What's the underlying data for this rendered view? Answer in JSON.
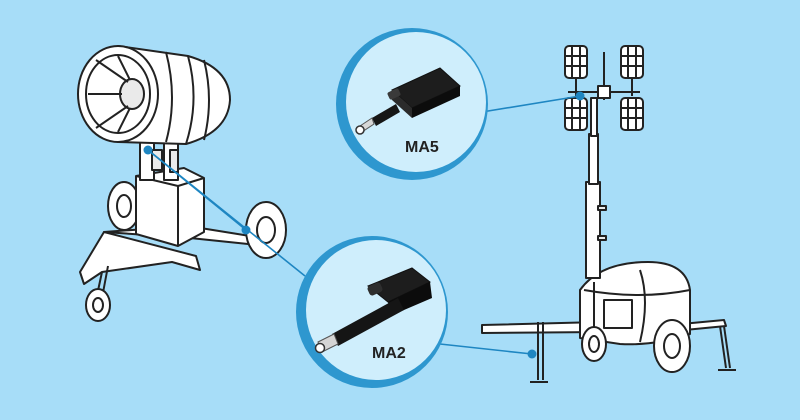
{
  "colors": {
    "background": "#a7ddf8",
    "callout_fill": "#cfeefc",
    "callout_ring": "#2e97cf",
    "leader_line": "#1e86c2",
    "outline": "#222222",
    "actuator_body": "#1d1d1d"
  },
  "callouts": [
    {
      "label": "MA5",
      "product": "linear-actuator",
      "points_to": "light-tower-mast-head"
    },
    {
      "label": "MA2",
      "product": "linear-actuator",
      "points_to": "light-tower-outrigger-jack"
    }
  ],
  "machines": [
    {
      "name": "dust-suppression-fog-cannon-trailer"
    },
    {
      "name": "mobile-light-tower-trailer"
    }
  ]
}
